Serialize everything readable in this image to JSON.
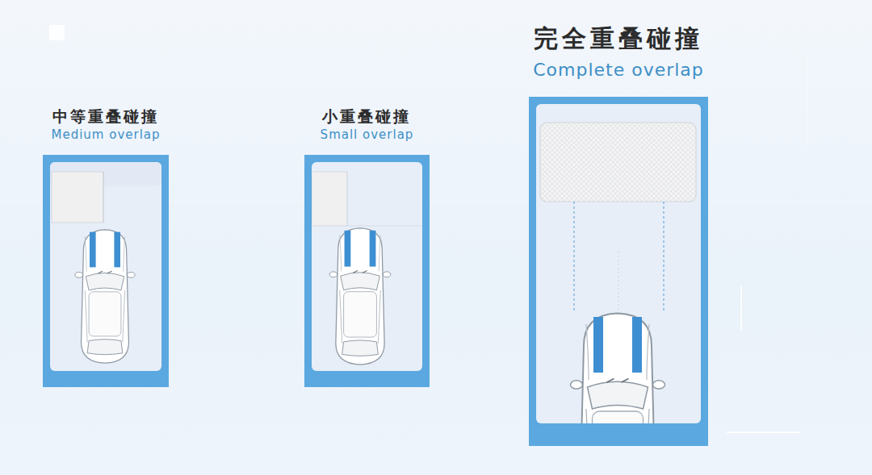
{
  "diagram": {
    "nodes": [
      {
        "text": [
          "中等重叠碰撞",
          "Medium overlap"
        ]
      },
      {
        "text": [
          "小重叠碰撞",
          "Small overlap"
        ]
      },
      {
        "text": [
          "完全重叠碰撞",
          "Complete overlap"
        ]
      }
    ]
  }
}
